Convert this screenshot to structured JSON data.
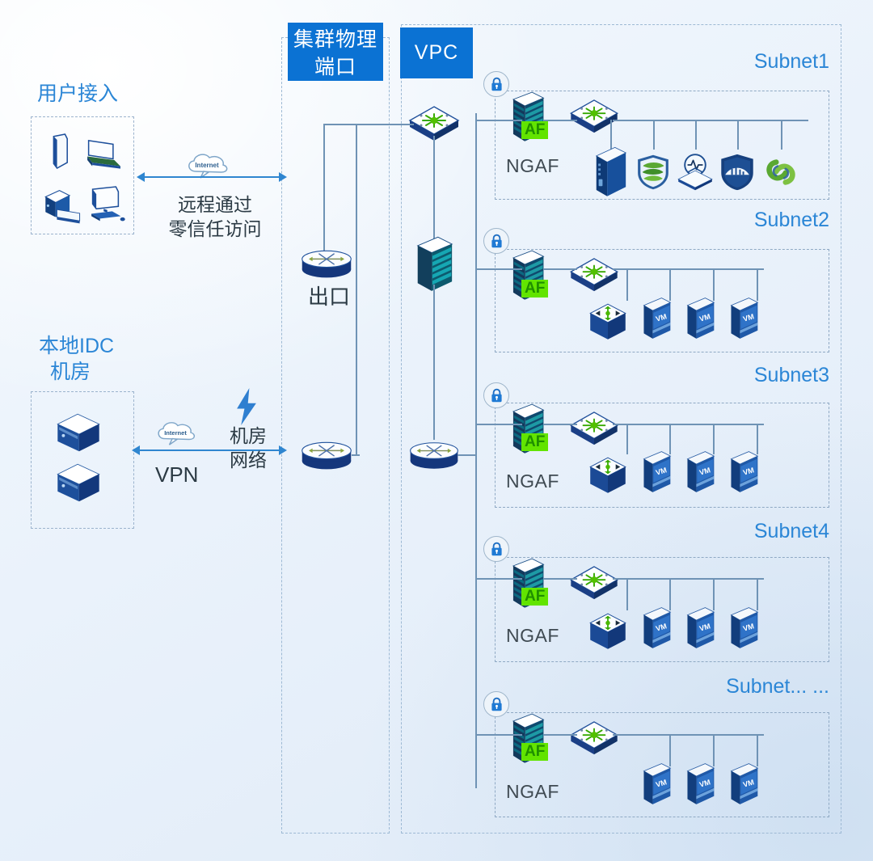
{
  "diagram": {
    "title_zones": {
      "cluster_port": "集群物理\n端口",
      "cluster_port_line1": "集群物理",
      "cluster_port_line2": "端口",
      "vpc": "VPC"
    },
    "left": {
      "user_access_label": "用户接入",
      "user_devices": [
        "tablet-icon",
        "laptop-icon",
        "desktop-tower-icon",
        "monitor-keyboard-icon"
      ],
      "user_link": {
        "cloud_label": "Internet",
        "caption_line1": "远程通过",
        "caption_line2": "零信任访问"
      },
      "idc_label_line1": "本地IDC",
      "idc_label_line2": "机房",
      "idc_devices": [
        "server-rack-icon",
        "server-rack-icon"
      ],
      "idc_link": {
        "cloud_label": "Internet",
        "caption": "VPN",
        "bolt_caption_line1": "机房",
        "bolt_caption_line2": "网络"
      }
    },
    "cluster_zone": {
      "egress_router_label": "出口",
      "egress_router_icon": "router-icon",
      "inner_router_icon": "router-icon"
    },
    "vpc_zone": {
      "core_switch_icon": "switch-icon",
      "storage_icon": "storage-stack-icon",
      "router_icon": "router-icon"
    },
    "subnets": [
      {
        "label": "Subnet1",
        "lock": "lock-icon",
        "firewall_icon": "firewall-stack-icon",
        "firewall_badge": "AF",
        "firewall_label": "NGAF",
        "switch_icon": "switch-icon",
        "nodes": [
          {
            "icon": "server-tower-icon",
            "name": "server-tower"
          },
          {
            "icon": "shield-green-icon",
            "name": "security-shield-green"
          },
          {
            "icon": "monitor-pulse-icon",
            "name": "monitoring-node"
          },
          {
            "icon": "shield-dark-icon",
            "name": "security-shield-dark"
          },
          {
            "icon": "link-green-icon",
            "name": "link-service"
          }
        ]
      },
      {
        "label": "Subnet2",
        "lock": "lock-icon",
        "firewall_icon": "firewall-stack-icon",
        "firewall_badge": "AF",
        "firewall_label": "",
        "switch_icon": "switch-icon",
        "nodes": [
          {
            "icon": "cube-switch-icon",
            "name": "virtual-switch"
          },
          {
            "icon": "vm-icon",
            "name": "vm",
            "label": "VM"
          },
          {
            "icon": "vm-icon",
            "name": "vm",
            "label": "VM"
          },
          {
            "icon": "vm-icon",
            "name": "vm",
            "label": "VM"
          }
        ]
      },
      {
        "label": "Subnet3",
        "lock": "lock-icon",
        "firewall_icon": "firewall-stack-icon",
        "firewall_badge": "AF",
        "firewall_label": "NGAF",
        "switch_icon": "switch-icon",
        "nodes": [
          {
            "icon": "cube-switch-icon",
            "name": "virtual-switch"
          },
          {
            "icon": "vm-icon",
            "name": "vm",
            "label": "VM"
          },
          {
            "icon": "vm-icon",
            "name": "vm",
            "label": "VM"
          },
          {
            "icon": "vm-icon",
            "name": "vm",
            "label": "VM"
          }
        ]
      },
      {
        "label": "Subnet4",
        "lock": "lock-icon",
        "firewall_icon": "firewall-stack-icon",
        "firewall_badge": "AF",
        "firewall_label": "NGAF",
        "switch_icon": "switch-icon",
        "nodes": [
          {
            "icon": "cube-switch-icon",
            "name": "virtual-switch"
          },
          {
            "icon": "vm-icon",
            "name": "vm",
            "label": "VM"
          },
          {
            "icon": "vm-icon",
            "name": "vm",
            "label": "VM"
          },
          {
            "icon": "vm-icon",
            "name": "vm",
            "label": "VM"
          }
        ]
      },
      {
        "label": "Subnet... ...",
        "lock": "lock-icon",
        "firewall_icon": "firewall-stack-icon",
        "firewall_badge": "AF",
        "firewall_label": "NGAF",
        "switch_icon": "switch-icon",
        "nodes": [
          {
            "icon": "vm-icon",
            "name": "vm",
            "label": "VM"
          },
          {
            "icon": "vm-icon",
            "name": "vm",
            "label": "VM"
          },
          {
            "icon": "vm-icon",
            "name": "vm",
            "label": "VM"
          }
        ]
      }
    ],
    "colors": {
      "header_blue": "#0b72d3",
      "label_blue": "#2b86d6",
      "accent_green": "#62e400",
      "line": "#6f93b5",
      "dash": "#9db9d4",
      "device_dark": "#1b3f7a",
      "device_mid": "#2f62b0"
    }
  }
}
